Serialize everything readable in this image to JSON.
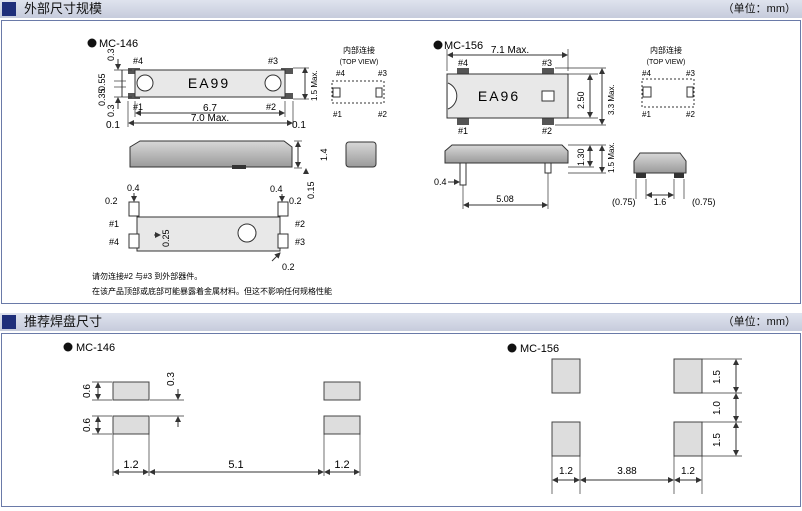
{
  "section1": {
    "title": "外部尺寸规模",
    "unit": "（单位：mm）"
  },
  "section2": {
    "title": "推荐焊盘尺寸",
    "unit": "（单位：mm）"
  },
  "mc146": {
    "name": "MC-146",
    "marking": "EA99",
    "pins": [
      "#1",
      "#2",
      "#3",
      "#4"
    ],
    "dims": {
      "d03": "0.3",
      "d055": "0.55",
      "d035": "0.35",
      "d67": "6.7",
      "d70max": "7.0   Max.",
      "d01": "0.1",
      "d15max": "1.5 Max.",
      "d14": "1.4",
      "d015": "0.15",
      "d04": "0.4",
      "d02": "0.2",
      "d025": "0.25"
    },
    "topview_title": "内部连接",
    "topview_sub": "(TOP VIEW)",
    "note1": "请勿连接#2 与#3 到外部器件。",
    "note2": "在该产品顶部或底部可能暴露着金属材料。但这不影响任何规格性能"
  },
  "mc156": {
    "name": "MC-156",
    "marking": "EA96",
    "pins": [
      "#1",
      "#2",
      "#3",
      "#4"
    ],
    "dims": {
      "d71max": "7.1   Max.",
      "d250": "2.50",
      "d33max": "3.3 Max.",
      "d130": "1.30",
      "d15max": "1.5 Max.",
      "d04": "0.4",
      "d508": "5.08",
      "d075l": "(0.75)",
      "d16": "1.6",
      "d075r": "(0.75)"
    },
    "topview_title": "内部连接",
    "topview_sub": "(TOP VIEW)"
  },
  "pads146": {
    "name": "MC-146",
    "d06a": "0.6",
    "d06b": "0.6",
    "d03": "0.3",
    "d12a": "1.2",
    "d51": "5.1",
    "d12b": "1.2"
  },
  "pads156": {
    "name": "MC-156",
    "d15a": "1.5",
    "d10": "1.0",
    "d15b": "1.5",
    "d12a": "1.2",
    "d388": "3.88",
    "d12b": "1.2"
  }
}
